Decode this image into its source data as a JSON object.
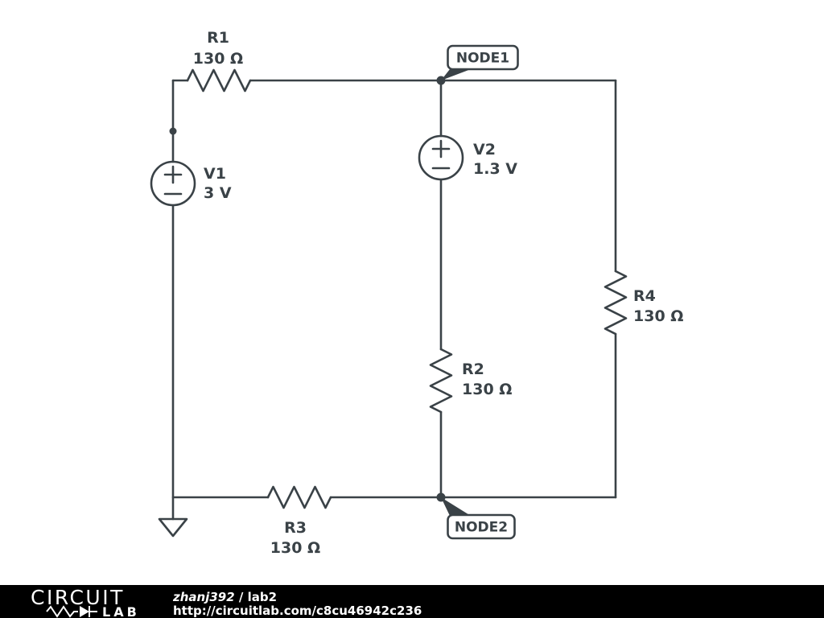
{
  "colors": {
    "schematic": "#3a4247",
    "background": "#ffffff",
    "footer_bg": "#000000",
    "footer_text": "#ffffff"
  },
  "components": {
    "r1": {
      "name": "R1",
      "value": "130 Ω"
    },
    "r2": {
      "name": "R2",
      "value": "130 Ω"
    },
    "r3": {
      "name": "R3",
      "value": "130 Ω"
    },
    "r4": {
      "name": "R4",
      "value": "130 Ω"
    },
    "v1": {
      "name": "V1",
      "value": "3 V"
    },
    "v2": {
      "name": "V2",
      "value": "1.3 V"
    }
  },
  "nodes": {
    "node1": "NODE1",
    "node2": "NODE2"
  },
  "footer": {
    "logo_line1": "CIRCUIT",
    "logo_line2": "LAB",
    "author": "zhanj392",
    "separator": " / ",
    "project": "lab2",
    "url": "http://circuitlab.com/c8cu46942c236"
  }
}
